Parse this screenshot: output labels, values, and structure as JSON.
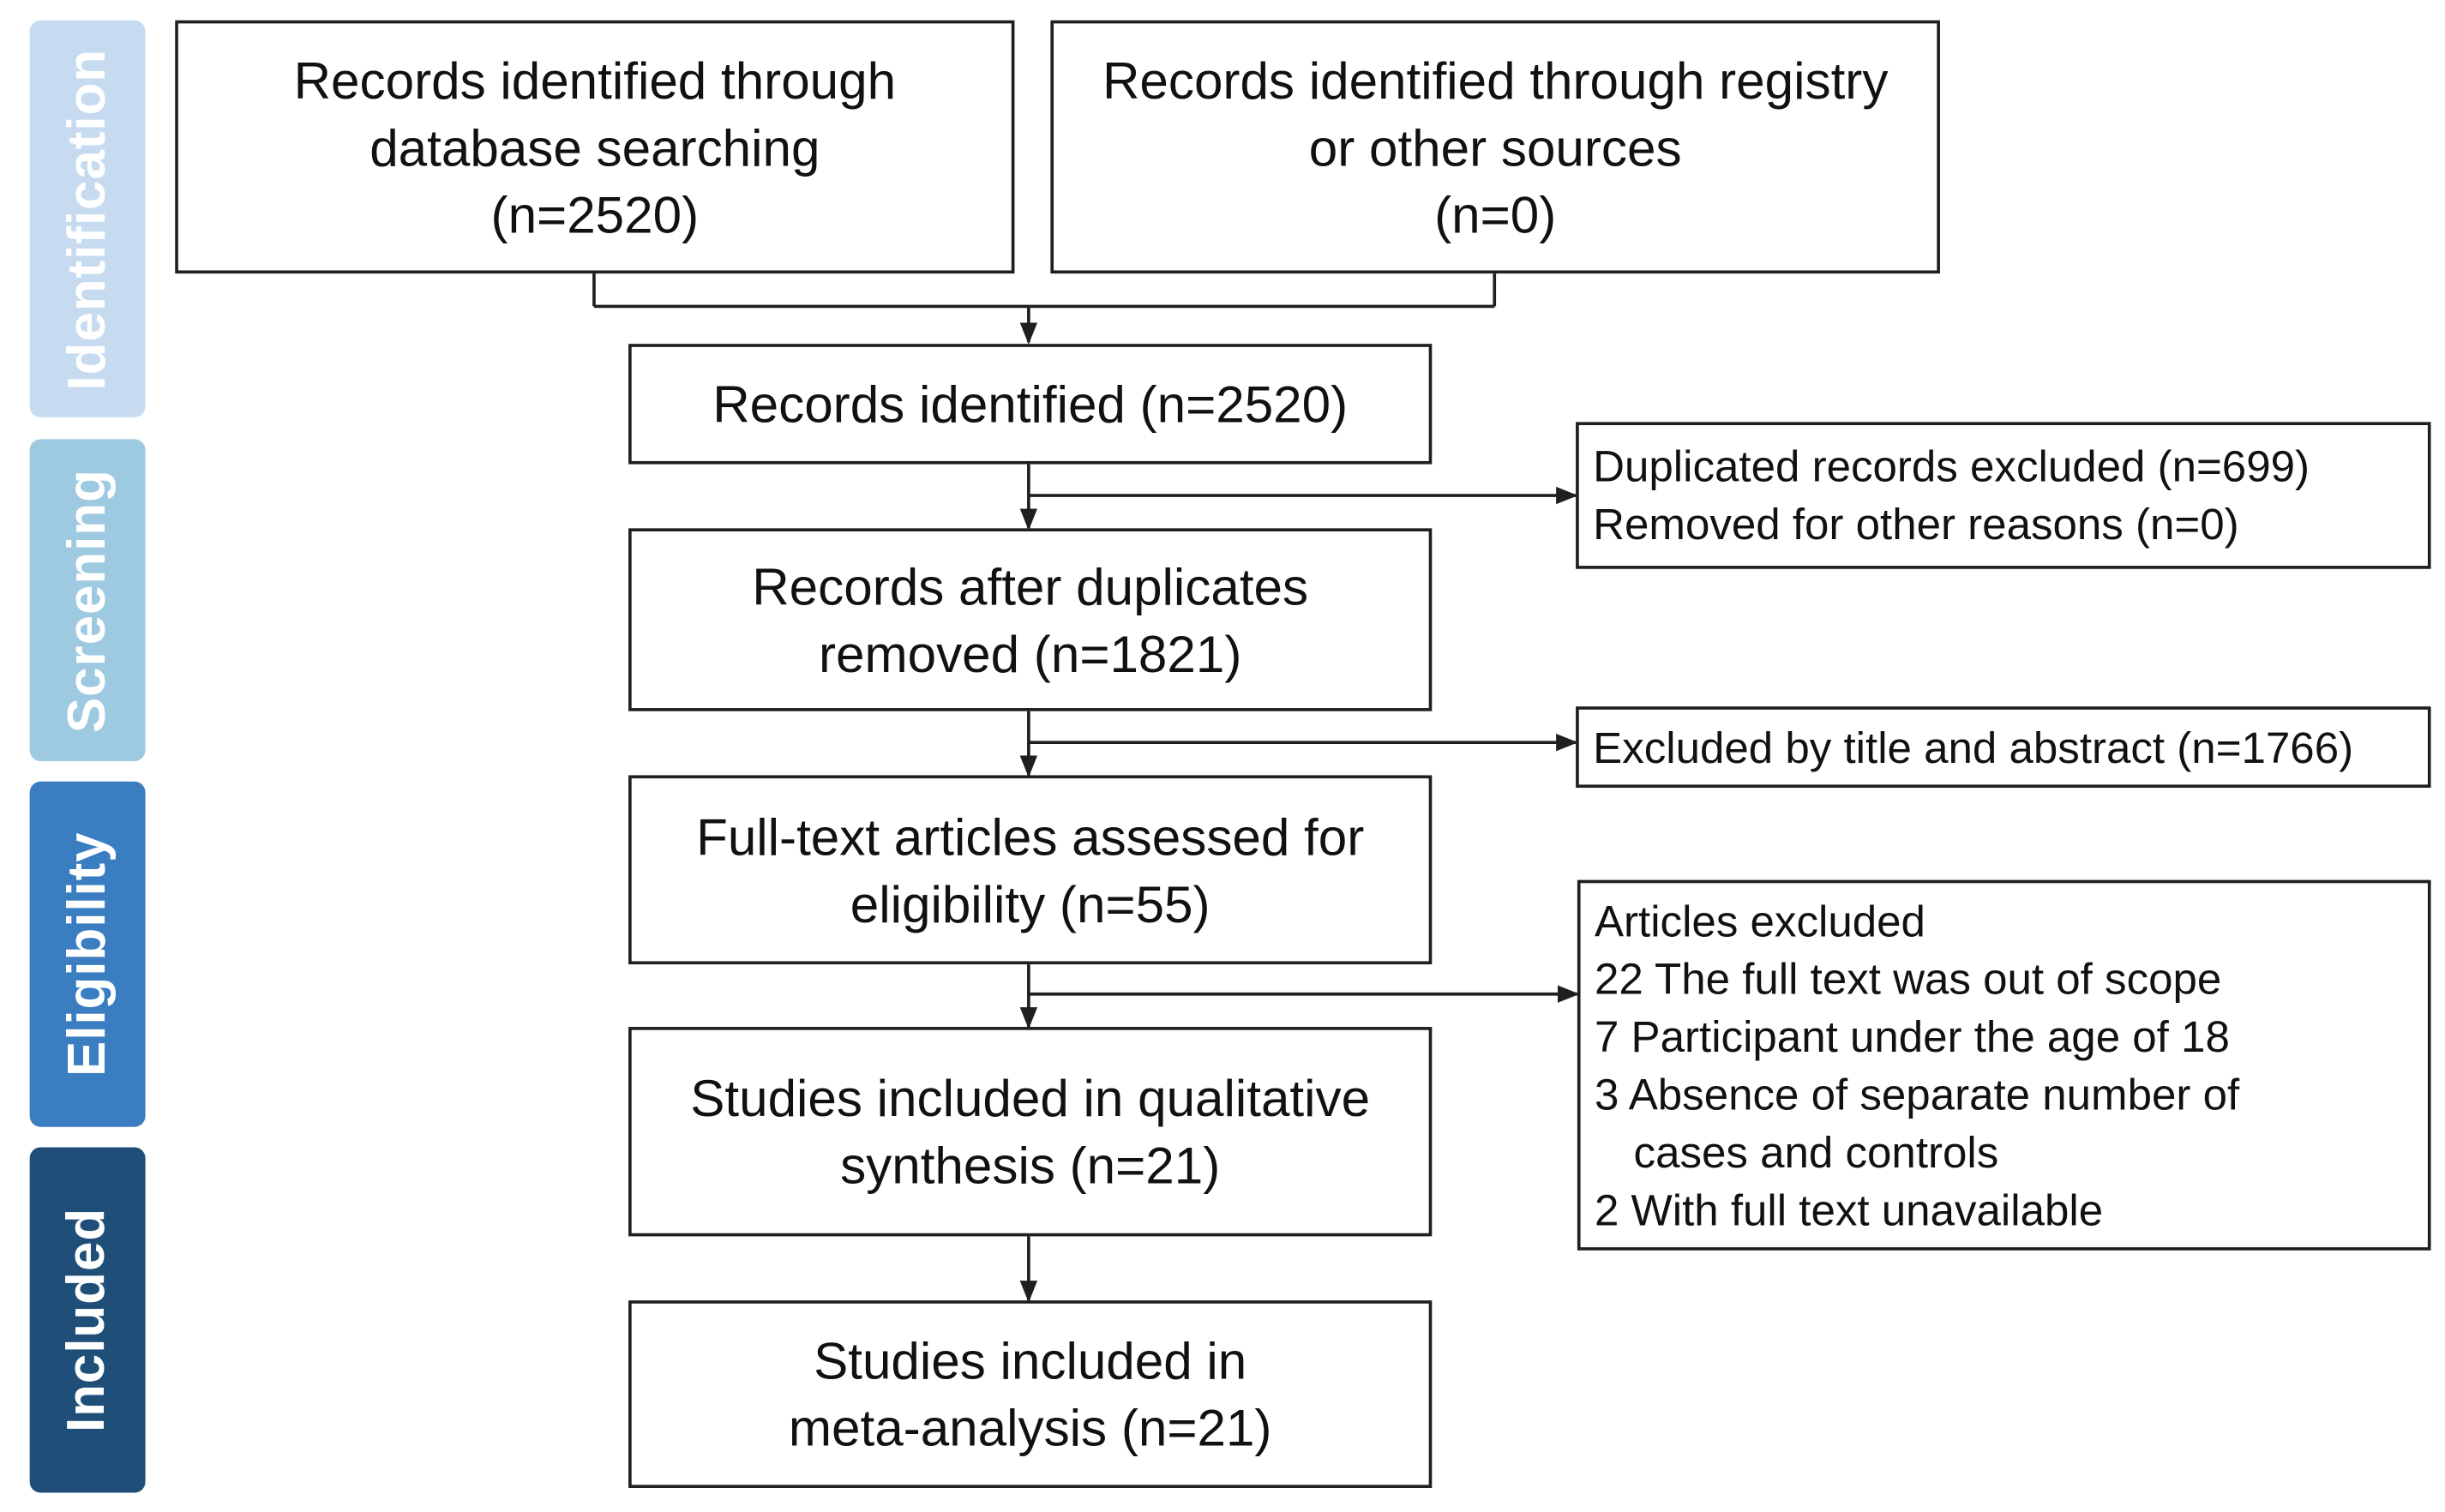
{
  "phases": [
    {
      "label": "Identification",
      "color": "#c6dbef"
    },
    {
      "label": "Screening",
      "color": "#9ecae1"
    },
    {
      "label": "Eligibility",
      "color": "#3a7dc1"
    },
    {
      "label": "Included",
      "color": "#1f4e79"
    }
  ],
  "boxes": {
    "database": [
      "Records identified through",
      "database searching",
      "(n=2520)"
    ],
    "registry": [
      "Records identified through registry",
      "or other sources",
      "(n=0)"
    ],
    "identified": [
      "Records identified (n=2520)"
    ],
    "after_duplicates": [
      "Records after duplicates",
      "removed (n=1821)"
    ],
    "fulltext": [
      "Full-text articles assessed for",
      "eligibility (n=55)"
    ],
    "qualitative": [
      "Studies included in qualitative",
      "synthesis (n=21)"
    ],
    "meta": [
      "Studies included in",
      "meta-analysis (n=21)"
    ]
  },
  "side_boxes": {
    "duplicates": [
      "Duplicated records excluded (n=699)",
      "Removed for other reasons (n=0)"
    ],
    "title_abstract": [
      "Excluded by title and abstract (n=1766)"
    ],
    "articles_excluded": [
      "Articles excluded",
      "22 The full text was out of scope",
      "7 Participant under the age of 18",
      "3 Absence of separate number of",
      "cases and controls",
      "2 With full text unavailable"
    ]
  },
  "colors": {
    "line": "#1f1f1f",
    "phase_text": "#ffffff"
  }
}
